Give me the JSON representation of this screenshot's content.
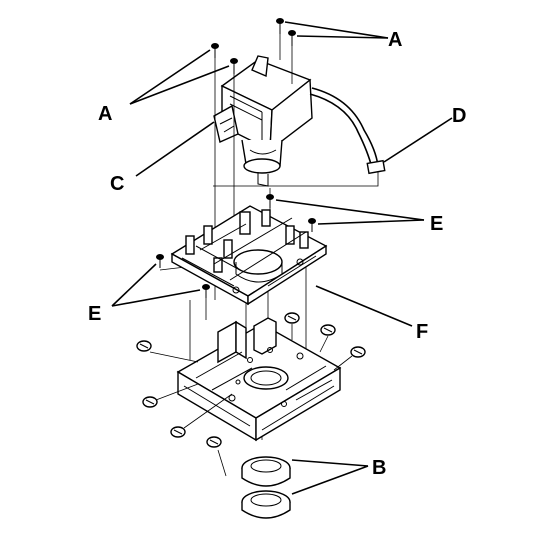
{
  "labels": {
    "a": "A",
    "b": "B",
    "c": "C",
    "d": "D",
    "e_right": "E",
    "e_left": "E",
    "f": "F"
  }
}
